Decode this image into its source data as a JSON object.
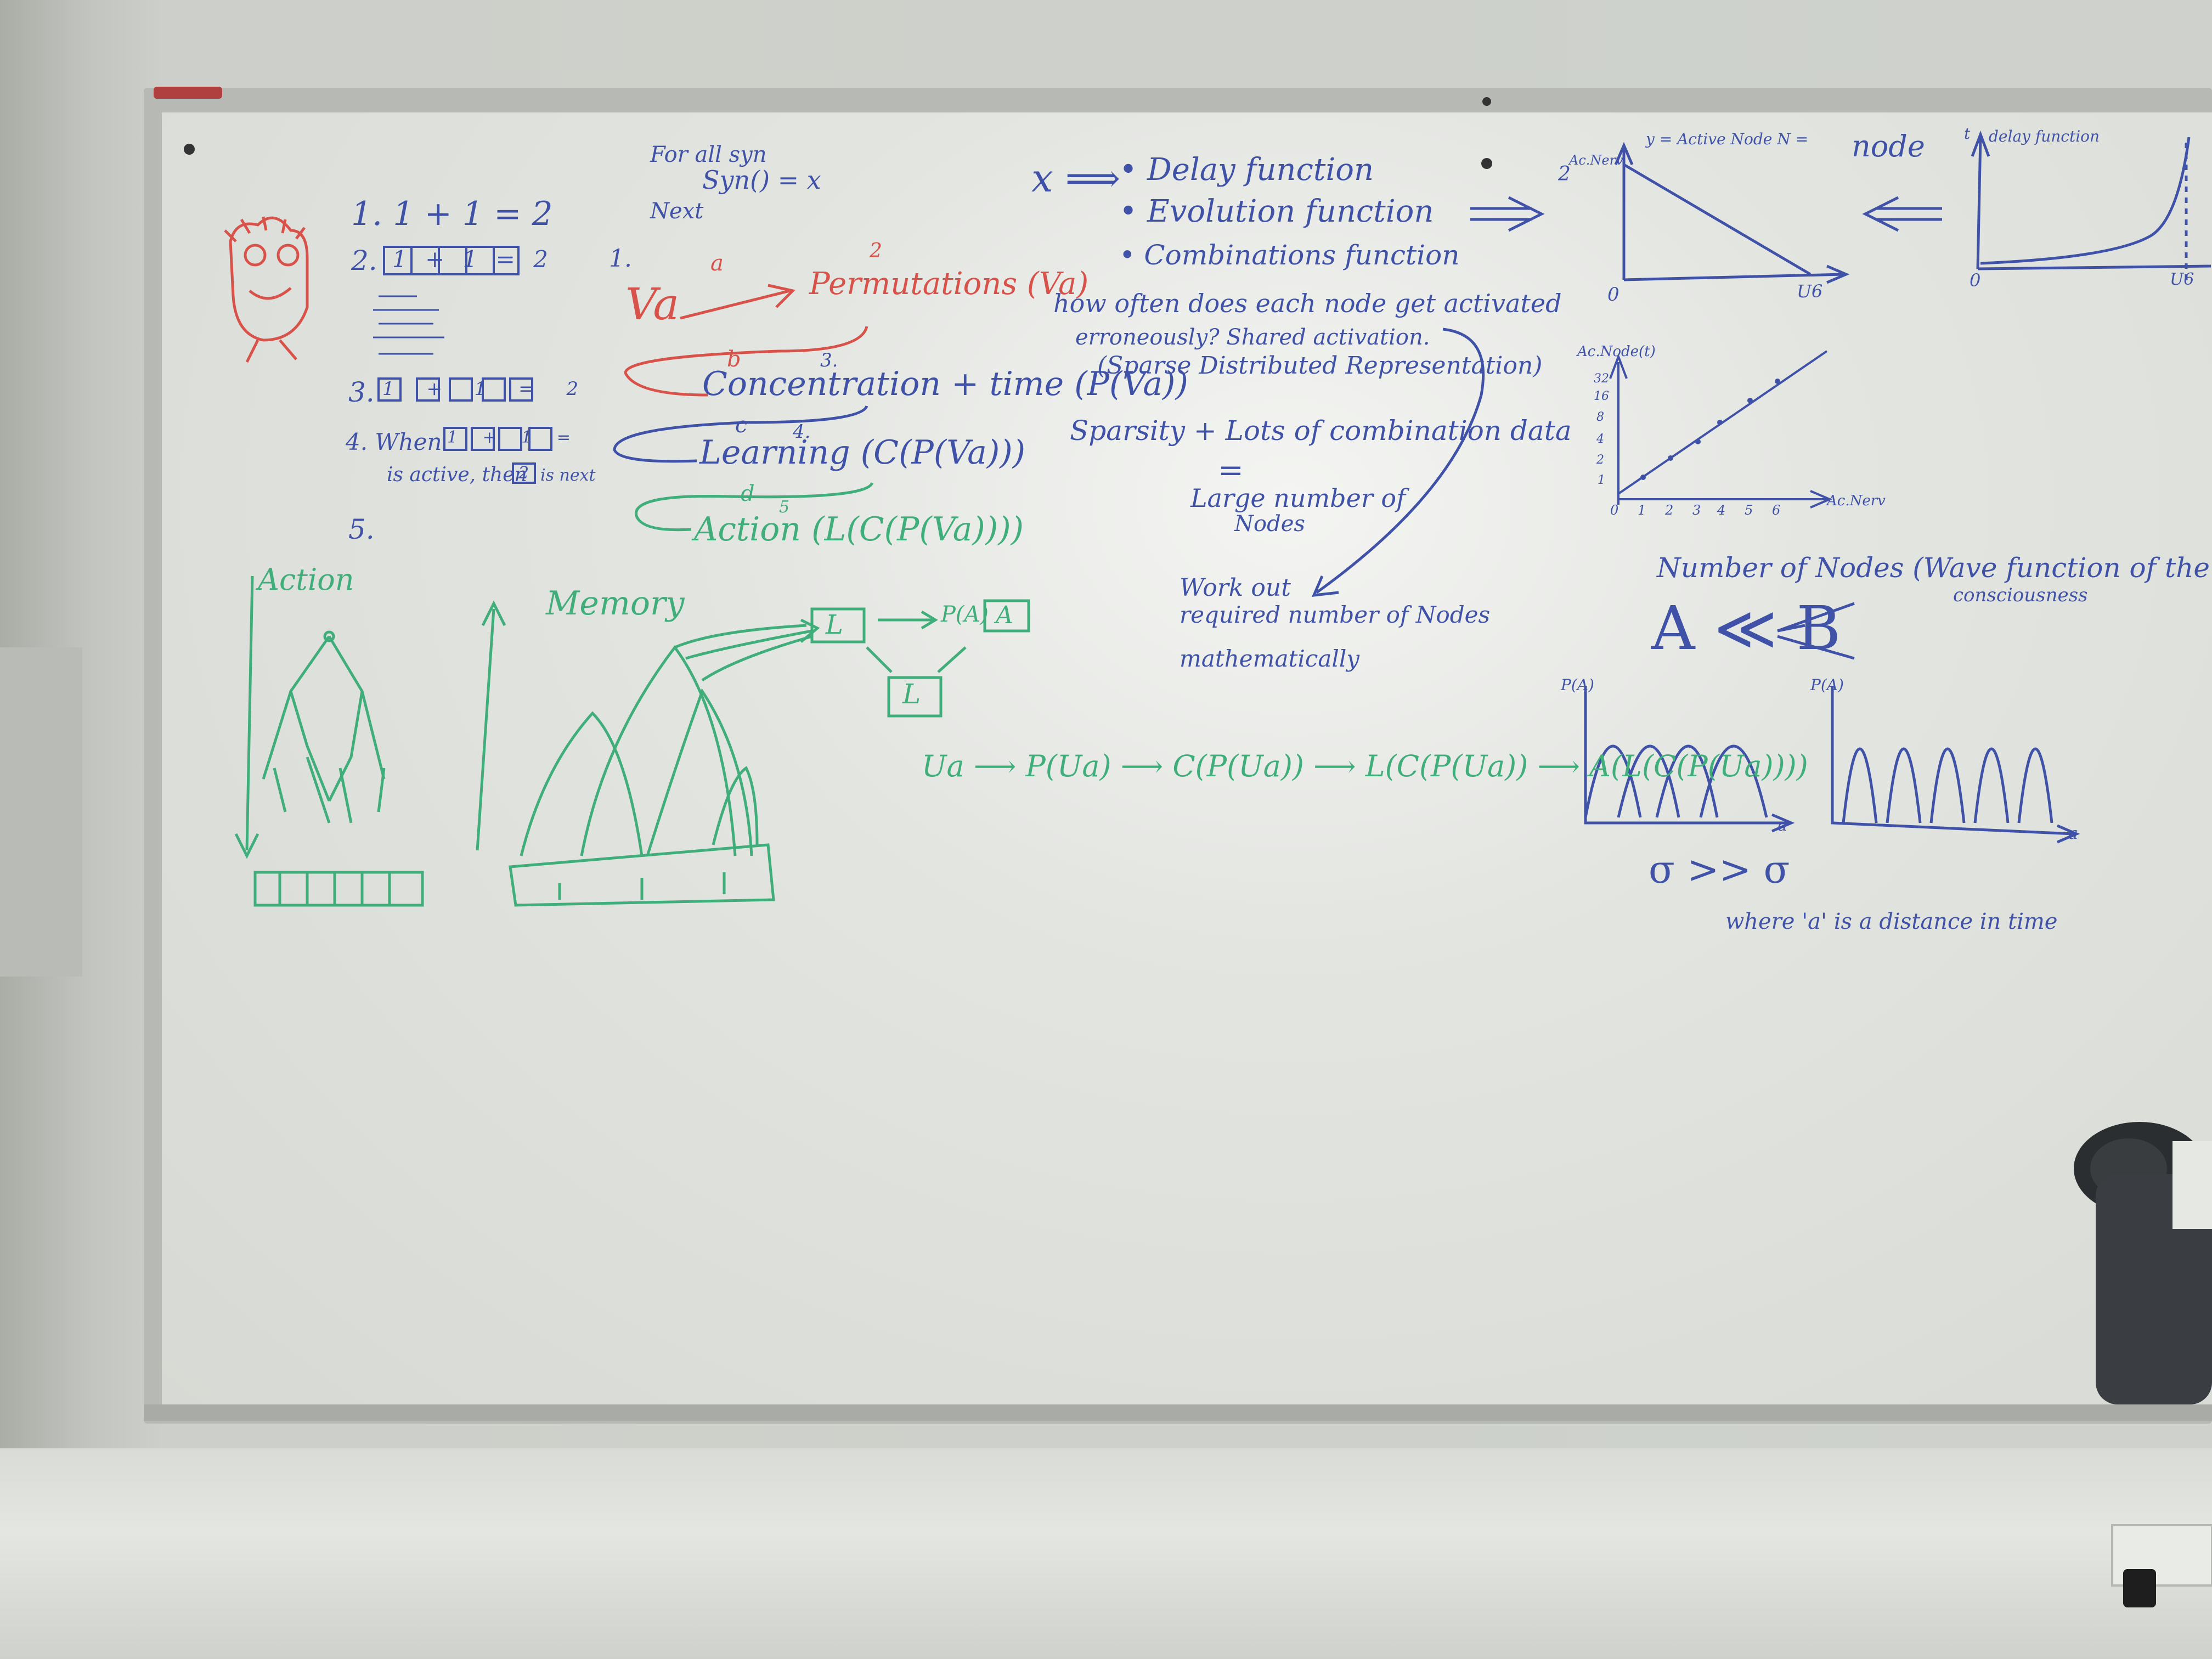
{
  "board": {
    "list": {
      "item1": "1.  1 + 1 = 2",
      "item2": "2.",
      "item2_boxes": "1 + 1 = 2",
      "item3": "3.",
      "item3_boxes": "1 + 1 = 2",
      "item4_a": "4.  When",
      "item4_boxes": "1 + 1 =",
      "item4_b": "is active, then",
      "item4_box": "2",
      "item4_c": "is next",
      "item5": "5."
    },
    "forall": {
      "line1": "For all syn",
      "line2": "Syn() = x",
      "line3": "Next"
    },
    "chain": {
      "one": "1.",
      "va": "Va",
      "arrow_a": "a",
      "two": "2",
      "permutations": "Permutations (Va)",
      "arrow_b": "b",
      "three": "3.",
      "concentration": "Concentration + time (P(Va))",
      "arrow_c": "c",
      "four": "4.",
      "learning": "Learning (C(P(Va)))",
      "arrow_d": "d",
      "five": "5",
      "action": "Action (L(C(P(Va))))"
    },
    "functions": {
      "x_arrow": "x ⟹",
      "delay": "• Delay function",
      "evolution": "• Evolution function",
      "combinations": "• Combinations function"
    },
    "notes": {
      "question1": "how often does each node get activated",
      "question2": "erroneously? Shared activation.",
      "sdr": "(Sparse Distributed Representation)",
      "sparsity": "Sparsity + Lots of combination data",
      "equals": "=",
      "large1": "Large number of",
      "large2": "Nodes",
      "work1": "Work out",
      "work2": "required number of Nodes",
      "work3": "mathematically"
    },
    "sketches": {
      "action_label": "Action",
      "memory_label": "Memory",
      "flow_l": "L",
      "flow_pa": "P(A)",
      "flow_a": "A",
      "flow_l2": "L"
    },
    "pipeline": "Ua ⟶ P(Ua) ⟶ C(P(Ua)) ⟶ L(C(P(Ua)) ⟶ A(L(C(P(Ua))))",
    "graph1": {
      "ylabel": "Ac.Nerv",
      "title": "y = Active Node N =",
      "y_tick": "2",
      "origin": "0",
      "x_end": "U6"
    },
    "node_label": "node",
    "graph2": {
      "ylabel": "t",
      "title": "delay function",
      "origin": "0",
      "x_end": "U6"
    },
    "arrows": {
      "right": "⟹",
      "left": "⟸"
    },
    "graph3": {
      "ylabel": "Ac.Node(t)",
      "xlabel": "Ac.Nerv",
      "y_ticks": [
        "32",
        "16",
        "8",
        "4",
        "2",
        "1"
      ],
      "x_ticks": [
        "0",
        "1",
        "2",
        "3",
        "4",
        "5",
        "6"
      ]
    },
    "wave": {
      "title": "Number of Nodes (Wave function of the",
      "title2": "consciousness",
      "compare": "A  ≪  B",
      "pa_left": "P(A)",
      "pa_right": "P(A)",
      "axis_left": "a",
      "axis_right": "a",
      "sigma": "σ  >>  σ",
      "where": "where 'a' is a distance in time"
    }
  },
  "colors": {
    "blue_ink": "#3f52a8",
    "red_ink": "#d9524a",
    "green_ink": "#3fae7a",
    "board": "#e6e8e4",
    "frame": "#b7bab4",
    "wall": "#cdd0ca"
  }
}
